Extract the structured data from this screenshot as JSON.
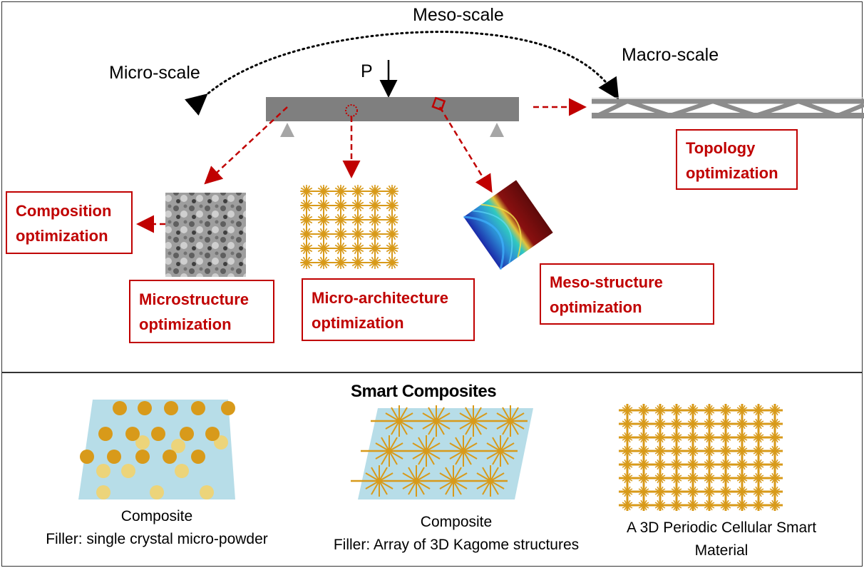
{
  "scales": {
    "meso": "Meso-scale",
    "micro": "Micro-scale",
    "macro": "Macro-scale",
    "load": "P"
  },
  "boxes": {
    "composition": [
      "Composition",
      "optimization"
    ],
    "microstructure": [
      "Microstructure",
      "optimization"
    ],
    "microarchitecture": [
      "Micro-architecture",
      "optimization"
    ],
    "mesostructure": [
      "Meso-structure",
      "optimization"
    ],
    "topology": [
      "Topology",
      "optimization"
    ]
  },
  "bottom": {
    "title": "Smart Composites",
    "captions": [
      [
        "Composite",
        "Filler: single crystal micro-powder"
      ],
      [
        "Composite",
        "Filler: Array of 3D Kagome structures"
      ],
      [
        "A 3D Periodic Cellular Smart",
        "Material"
      ]
    ]
  },
  "colors": {
    "accent_red": "#c00000",
    "beam_gray": "#7f7f7f",
    "matrix_blue": "#b7dde8",
    "gold": "#d89a1a",
    "light_gold": "#ecd47a"
  }
}
